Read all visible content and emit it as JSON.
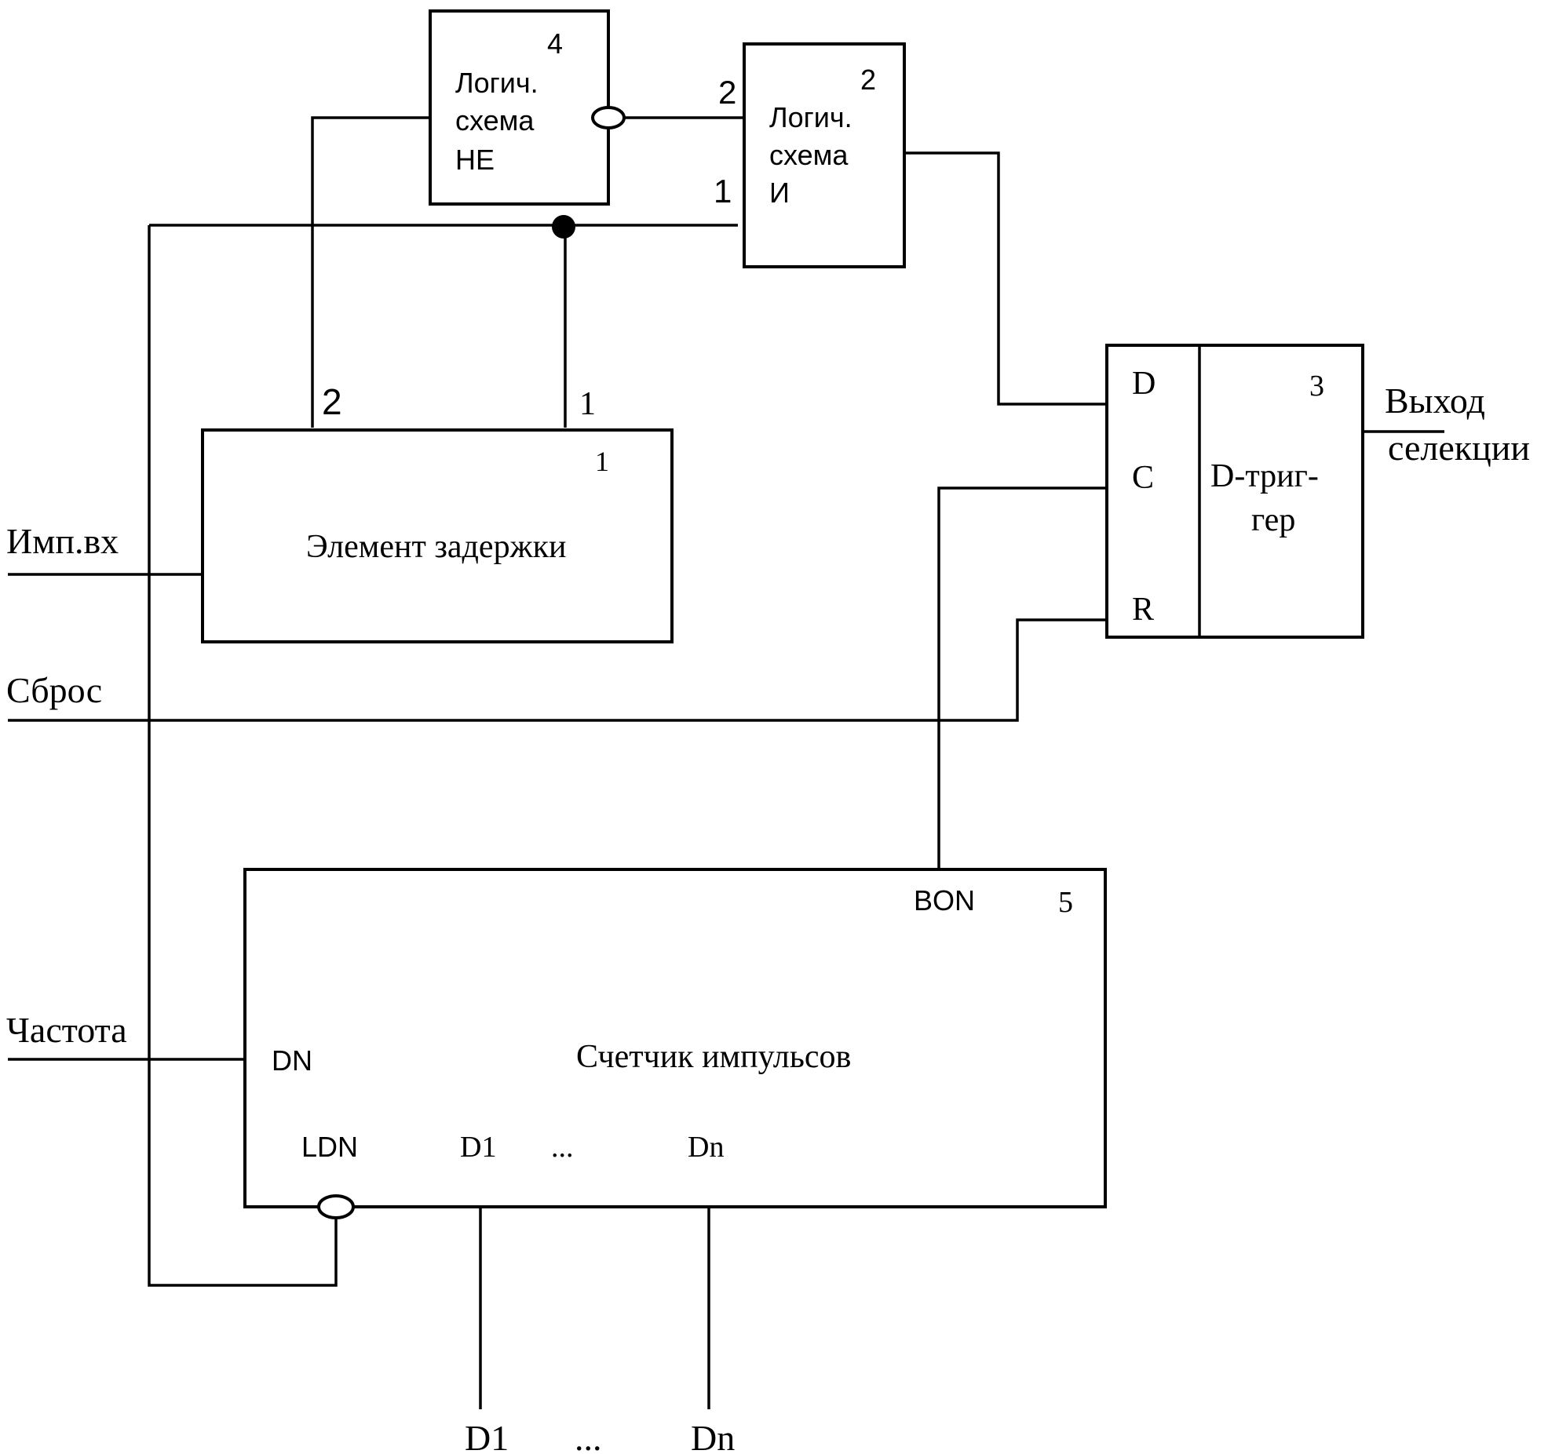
{
  "blocks": {
    "delay": {
      "number": "1",
      "title": "Элемент задержки",
      "pin_1": "1",
      "pin_2": "2"
    },
    "and_gate": {
      "number": "2",
      "line1": "Логич.",
      "line2": "схема",
      "line3": "И",
      "pin_1": "1",
      "pin_2": "2"
    },
    "d_trigger": {
      "number": "3",
      "line1": "D-триг-",
      "line2": "гер",
      "pin_d": "D",
      "pin_c": "C",
      "pin_r": "R"
    },
    "not_gate": {
      "number": "4",
      "line1": "Логич.",
      "line2": "схема",
      "line3": "НЕ"
    },
    "counter": {
      "number": "5",
      "title": "Счетчик импульсов",
      "pin_bon": "BON",
      "pin_dn": "DN",
      "pin_ldn": "LDN",
      "pin_d1": "D1",
      "pin_dots": "...",
      "pin_dn_small": "Dn"
    }
  },
  "signals": {
    "input_pulse": "Имп.вх",
    "reset": "Сброс",
    "frequency": "Частота",
    "output_line1": "Выход",
    "output_line2": "селекции",
    "bottom_d1": "D1",
    "bottom_dots": "...",
    "bottom_dn": "Dn"
  }
}
